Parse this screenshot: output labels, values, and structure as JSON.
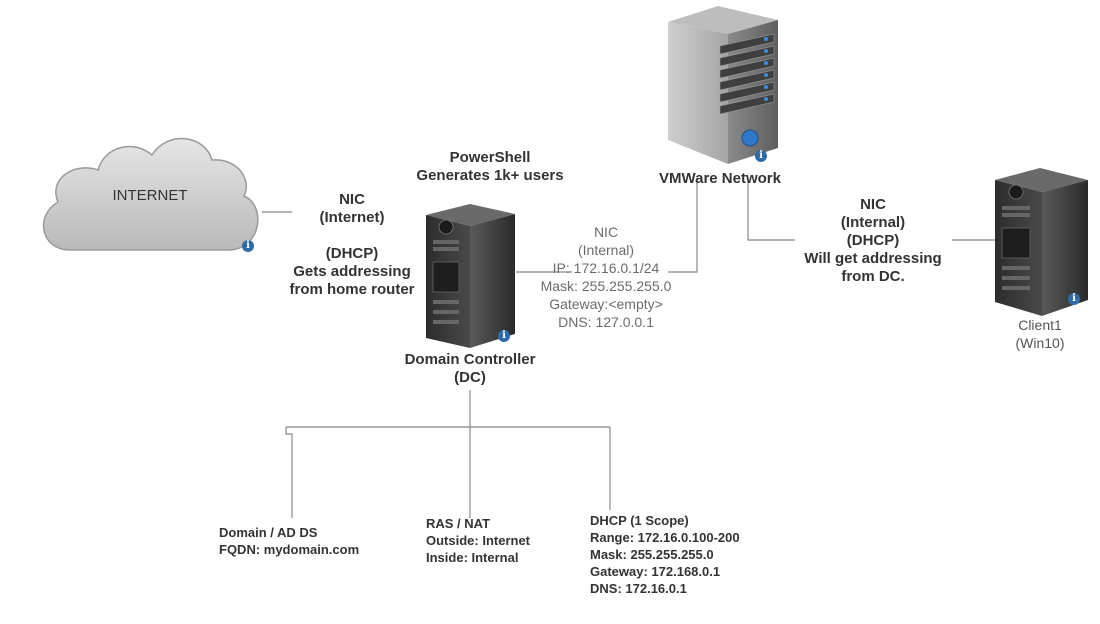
{
  "internet": {
    "label": "INTERNET"
  },
  "powershell": {
    "text": "PowerShell\nGenerates 1k+ users"
  },
  "vmware": {
    "label": "VMWare Network"
  },
  "dc": {
    "label": "Domain Controller\n(DC)",
    "nic_external": "NIC\n(Internet)\n\n(DHCP)\nGets addressing\nfrom home router",
    "nic_internal": "NIC\n(Internal)\nIP: 172.16.0.1/24\nMask: 255.255.255.0\nGateway:<empty>\nDNS: 127.0.0.1"
  },
  "client": {
    "label": "Client1\n(Win10)",
    "nic": "NIC\n(Internal)\n(DHCP)\nWill get addressing\nfrom DC."
  },
  "roles": [
    {
      "text": "Domain / AD DS\nFQDN: mydomain.com"
    },
    {
      "text": "RAS / NAT\nOutside: Internet\nInside: Internal"
    },
    {
      "text": "DHCP (1 Scope)\nRange: 172.16.0.100-200\nMask: 255.255.255.0\nGateway: 172.168.0.1\nDNS: 172.16.0.1"
    }
  ],
  "info_icon": "i",
  "colors": {
    "line": "#888888",
    "info": "#2f6aa8",
    "cloud": "#d0d0d0",
    "server": "#3c3c3c"
  }
}
